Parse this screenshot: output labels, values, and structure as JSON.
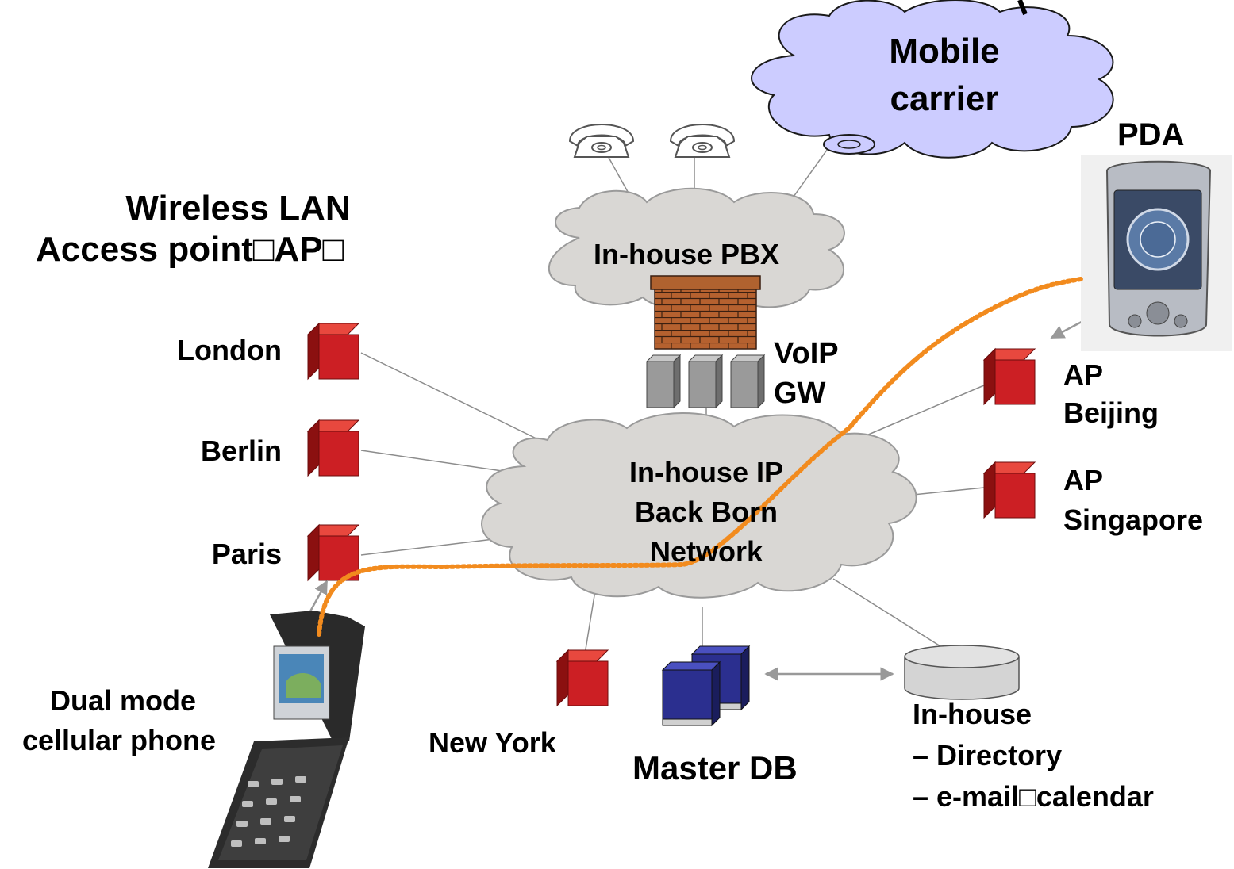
{
  "title": {
    "line1": "Wireless LAN",
    "line2": "Access point□AP□"
  },
  "clouds": {
    "mobile_carrier": {
      "line1": "Mobile",
      "line2": "carrier"
    },
    "pbx": "In-house PBX",
    "backbone": {
      "line1": "In-house IP",
      "line2": "Back Born",
      "line3": "Network"
    }
  },
  "gateway": {
    "line1": "VoIP",
    "line2": "GW"
  },
  "access_points": {
    "london": "London",
    "berlin": "Berlin",
    "paris": "Paris",
    "beijing": {
      "line1": "AP",
      "line2": "Beijing"
    },
    "singapore": {
      "line1": "AP",
      "line2": "Singapore"
    },
    "new_york": "New York"
  },
  "devices": {
    "pda": "PDA",
    "phone": {
      "line1": "Dual mode",
      "line2": "cellular phone"
    }
  },
  "servers": {
    "master_db": "Master DB",
    "directory": {
      "line1": "In-house",
      "line2": "– Directory",
      "line3": "– e-mail□calendar"
    }
  },
  "colors": {
    "ap_red": "#cc1f24",
    "cloud_gray": "#d9d7d4",
    "cloud_purple": "#ccccff",
    "firewall_brick": "#a0522d",
    "db_blue": "#2b2f8f",
    "path_orange": "#f28b1e"
  }
}
